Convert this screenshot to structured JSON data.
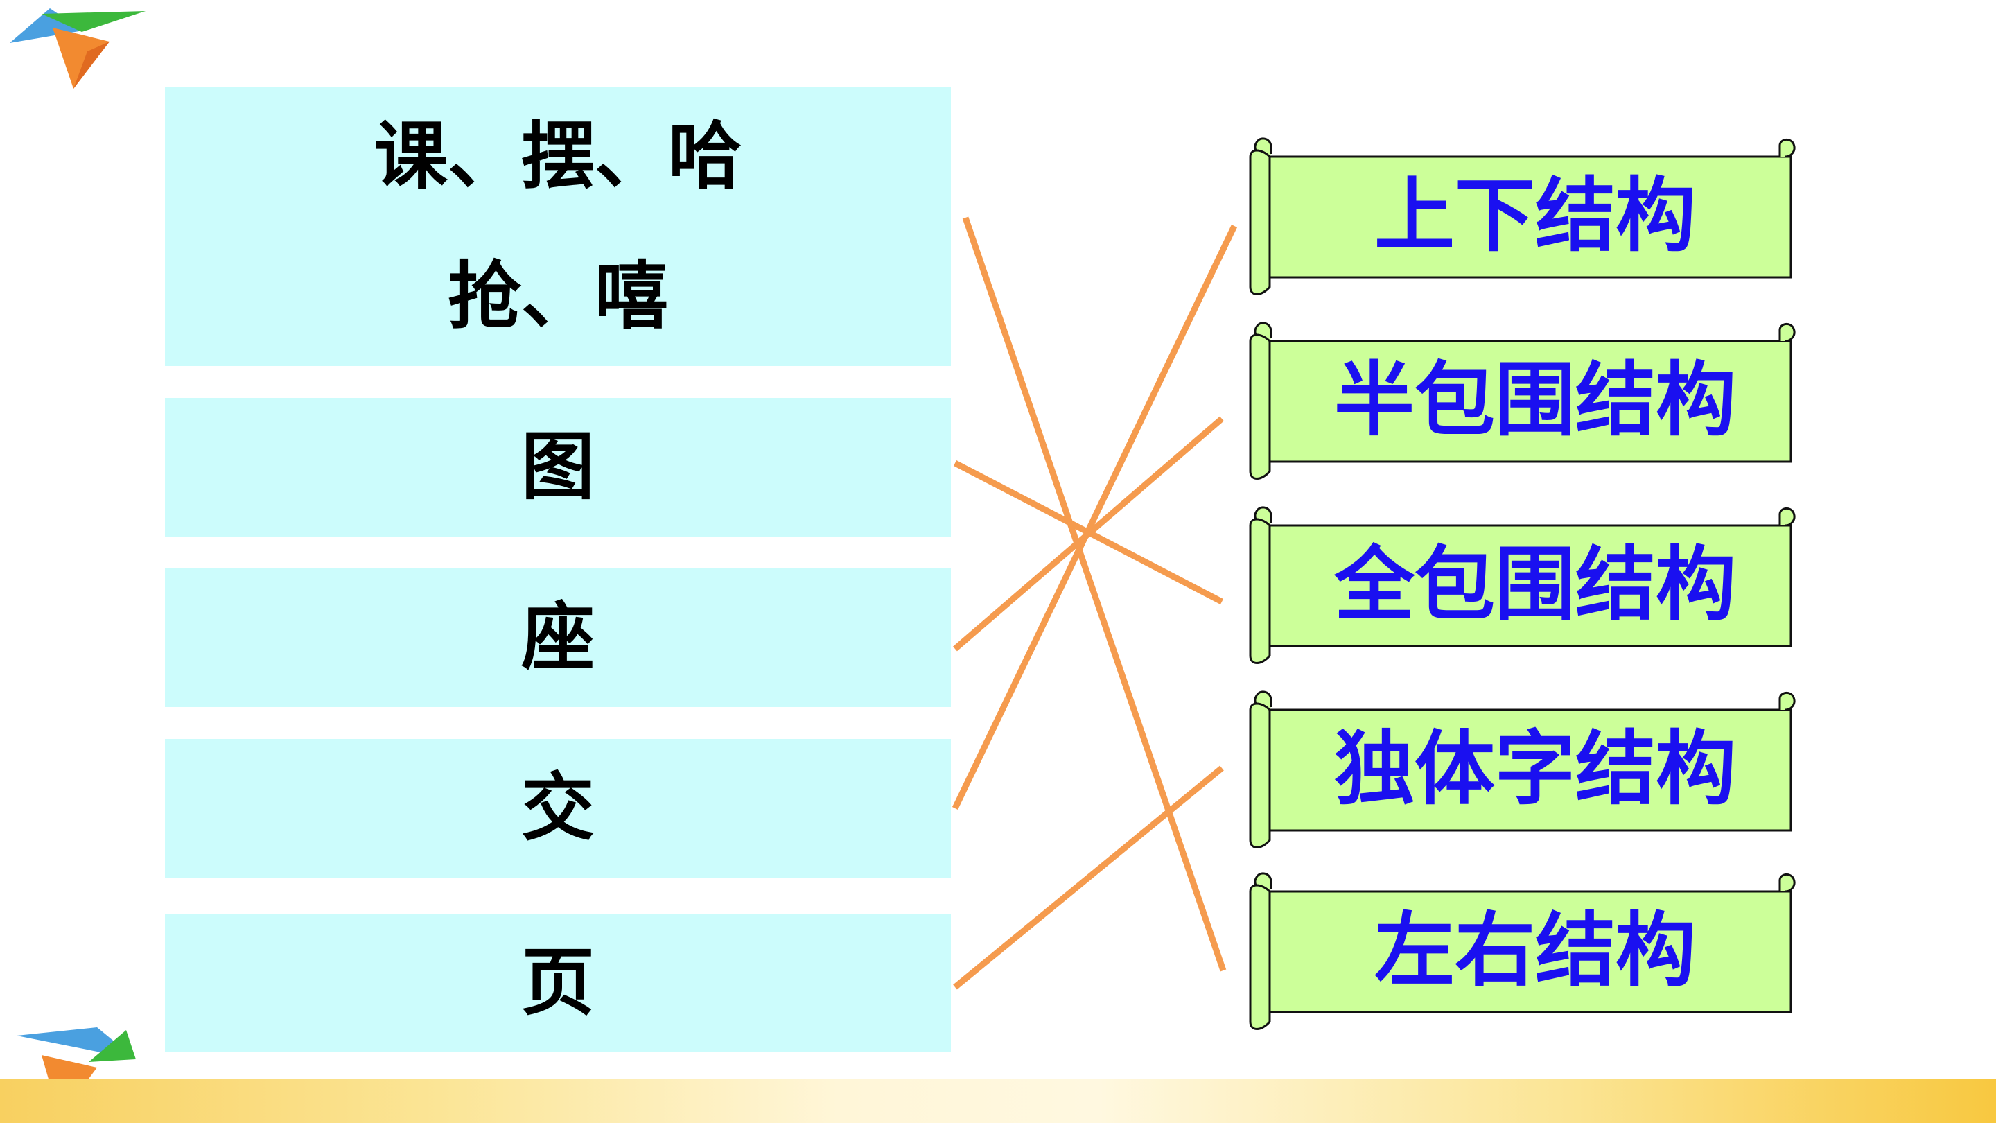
{
  "left_items": [
    {
      "lines": [
        "课、摆、哈",
        "抢、嘻"
      ]
    },
    {
      "lines": [
        "图"
      ]
    },
    {
      "lines": [
        "座"
      ]
    },
    {
      "lines": [
        "交"
      ]
    },
    {
      "lines": [
        "页"
      ]
    }
  ],
  "right_items": [
    {
      "label": "上下结构"
    },
    {
      "label": "半包围结构"
    },
    {
      "label": "全包围结构"
    },
    {
      "label": "独体字结构"
    },
    {
      "label": "左右结构"
    }
  ],
  "connections": [
    {
      "from": "课、摆、哈 抢、嘻",
      "to": "左右结构"
    },
    {
      "from": "图",
      "to": "全包围结构"
    },
    {
      "from": "座",
      "to": "半包围结构"
    },
    {
      "from": "交",
      "to": "上下结构"
    },
    {
      "from": "页",
      "to": "独体字结构"
    }
  ],
  "colors": {
    "left_box_fill": "#ccfcfc",
    "scroll_fill": "#ccff99",
    "scroll_text": "#1a10f0",
    "connector_line": "#f59b4e"
  }
}
